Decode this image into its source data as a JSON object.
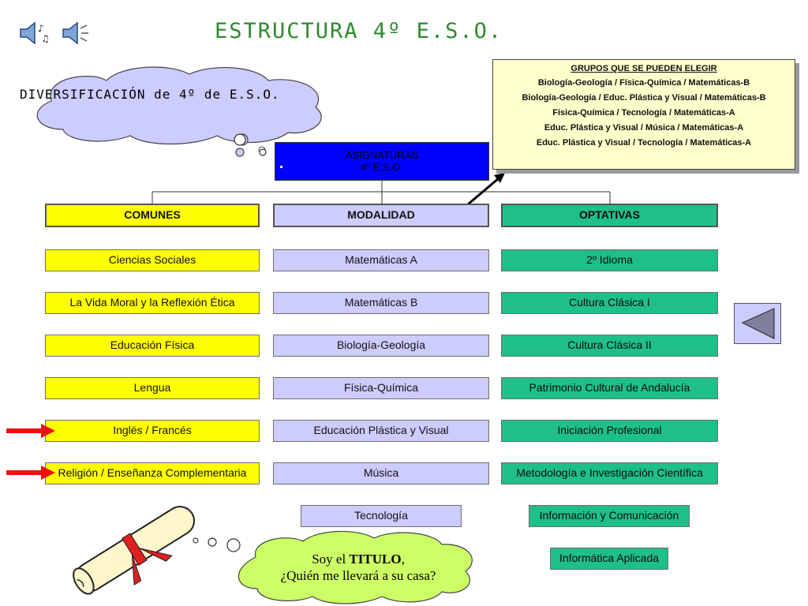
{
  "header": {
    "title": "ESTRUCTURA 4º E.S.O.",
    "icons": [
      "speaker-music-icon",
      "speaker-sound-icon"
    ]
  },
  "diversificacion": {
    "label": "DIVERSIFICACIÓN de 4º de E.S.O."
  },
  "root": {
    "line1": "ASIGNATURAS",
    "line2": "4º E.S.O."
  },
  "groups_box": {
    "heading": "GRUPOS QUE SE PUEDEN ELEGIR",
    "lines": [
      "Biología-Geología / Física-Química / Matemáticas-B",
      "Biología-Geología /  Educ. Plástica y Visual / Matemáticas-B",
      "Física-Química / Tecnología / Matemáticas-A",
      "Educ. Plástica y Visual / Música / Matemáticas-A",
      "Educ. Plástica y Visual / Tecnología / Matemáticas-A"
    ]
  },
  "columns": {
    "comunes": {
      "header": "COMUNES",
      "items": [
        "Ciencias Sociales",
        "La Vida Moral y la Reflexión Ética",
        "Educación Física",
        "Lengua",
        "Inglés / Francés",
        "Religión / Enseñanza Complementaria"
      ]
    },
    "modalidad": {
      "header": "MODALIDAD",
      "items": [
        "Matemáticas A",
        "Matemáticas B",
        "Biología-Geología",
        "Física-Química",
        "Educación Plástica y Visual",
        "Música",
        "Tecnología"
      ]
    },
    "optativas": {
      "header": "OPTATIVAS",
      "items": [
        "2º Idioma",
        "Cultura Clásica I",
        "Cultura Clásica II",
        "Patrimonio Cultural de Andalucía",
        "Iniciación Profesional",
        "Metodología e Investigación Científica",
        "Información y Comunicación",
        "Informática Aplicada"
      ]
    }
  },
  "thought": {
    "line1_pre": "Soy el ",
    "line1_bold": "TITULO",
    "line1_post": ",",
    "line2": "¿Quién me llevará a su casa?"
  },
  "colors": {
    "title": "#2e8b2e",
    "comunes": "#ffff00",
    "modalidad": "#ccccff",
    "optativas": "#1fbf8a",
    "root": "#0000ff",
    "groups_bg": "#ffffcc",
    "cloud": "#ccccff",
    "thought_cloud": "#ccff66",
    "arrow": "#ee1111"
  },
  "nav": {
    "icon": "triangle-left-icon"
  }
}
